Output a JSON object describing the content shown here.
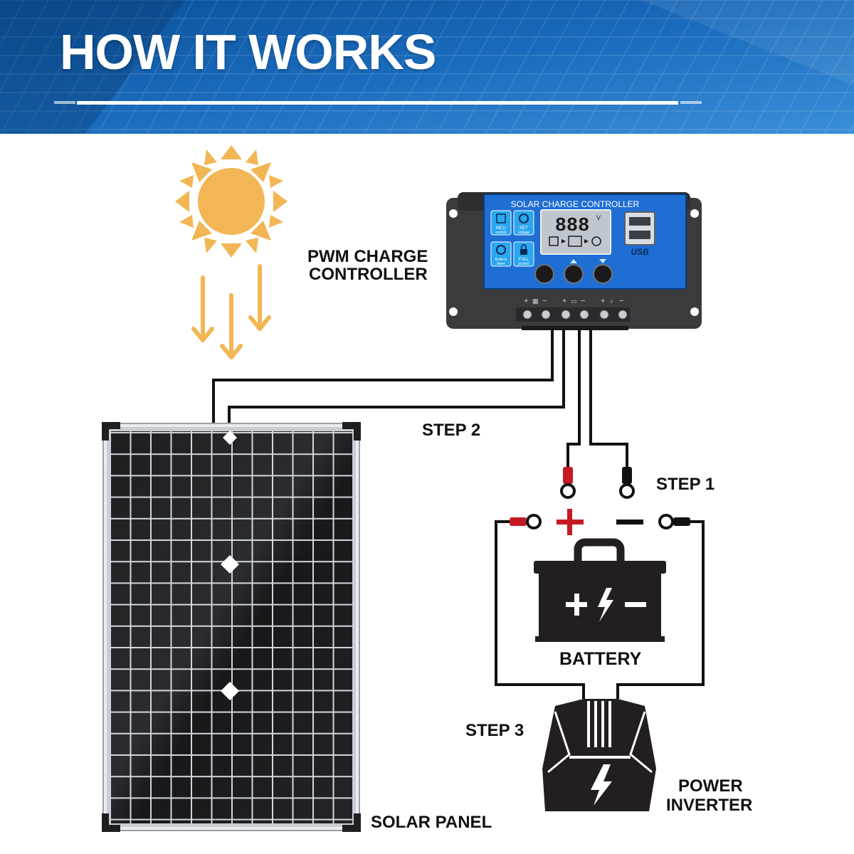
{
  "header": {
    "title": "HOW IT WORKS"
  },
  "labels": {
    "controller_line1": "PWM CHARGE",
    "controller_line2": "CONTROLLER",
    "step1": "STEP 1",
    "step2": "STEP 2",
    "step3": "STEP 3",
    "battery": "BATTERY",
    "inverter_line1": "POWER",
    "inverter_line2": "INVERTER",
    "solar_panel": "SOLAR PANEL"
  },
  "controller": {
    "panel_title": "SOLAR CHARGE CONTROLLER",
    "display_digits": "888",
    "display_unit": "V",
    "usb_label": "USB",
    "buttons": [
      {
        "line1": "MCU",
        "line2": "control"
      },
      {
        "line1": "SET",
        "line2": "voltage"
      },
      {
        "line1": "Build-in",
        "line2": "timer"
      },
      {
        "line1": "FULL",
        "line2": "protect"
      }
    ]
  },
  "battery": {
    "symbols": "+ ϟ –"
  },
  "colors": {
    "header_dark": "#0a4f96",
    "header_light": "#3a8fd8",
    "controller_blue": "#1f6ed4",
    "sun": "#f2b654",
    "wire": "#111111",
    "positive": "#c61a22",
    "negative": "#111111",
    "device_dark": "#231f20"
  }
}
